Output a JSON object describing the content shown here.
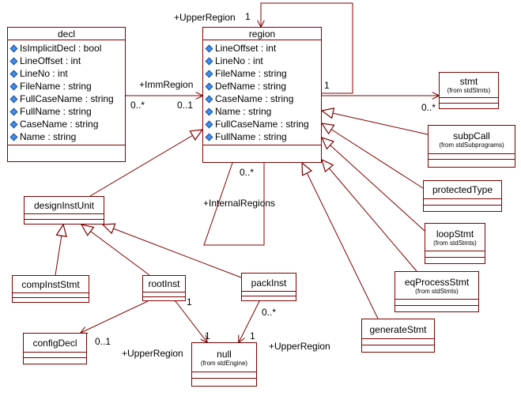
{
  "classes": {
    "decl": {
      "name": "decl",
      "attributes": [
        "IsImplicitDecl : bool",
        "LineOffset : int",
        "LineNo : int",
        "FileName : string",
        "FullCaseName : string",
        "FullName : string",
        "CaseName : string",
        "Name : string"
      ]
    },
    "region": {
      "name": "region",
      "attributes": [
        "LineOffset : int",
        "LineNo : int",
        "FileName : string",
        "DefName : string",
        "CaseName : string",
        "Name : string",
        "FullCaseName : string",
        "FullName : string"
      ]
    },
    "stmt": {
      "name": "stmt",
      "source": "(from stdStmts)"
    },
    "subpCall": {
      "name": "subpCall",
      "source": "(from stdSubprograms)"
    },
    "protectedType": {
      "name": "protectedType"
    },
    "loopStmt": {
      "name": "loopStmt",
      "source": "(from stdStmts)"
    },
    "eqProcessStmt": {
      "name": "eqProcessStmt",
      "source": "(from stdStmts)"
    },
    "generateStmt": {
      "name": "generateStmt"
    },
    "designInstUnit": {
      "name": "designInstUnit"
    },
    "compInstStmt": {
      "name": "compInstStmt"
    },
    "rootInst": {
      "name": "rootInst"
    },
    "packInst": {
      "name": "packInst"
    },
    "configDecl": {
      "name": "configDecl"
    },
    "null": {
      "name": "null",
      "source": "(from stdEngine)"
    }
  },
  "labels": {
    "upper_region_top": "+UpperRegion",
    "upper_region_top_mult": "1",
    "self_loop_mult": "1",
    "imm_region": "+ImmRegion",
    "imm_region_decl_mult": "0..*",
    "imm_region_region_mult": "0..1",
    "stmt_mult": "0..*",
    "internal_regions": "+InternalRegions",
    "internal_regions_mult": "0..*",
    "root_inst_mult": "1",
    "config_decl_mult": "0..1",
    "null_left_mult": "1",
    "null_right_mult": "1",
    "pack_inst_mult": "0..*",
    "upper_region_left": "+UpperRegion",
    "upper_region_right": "+UpperRegion"
  },
  "colors": {
    "line": "#800000",
    "attribute_icon": "#3f8fe8"
  }
}
